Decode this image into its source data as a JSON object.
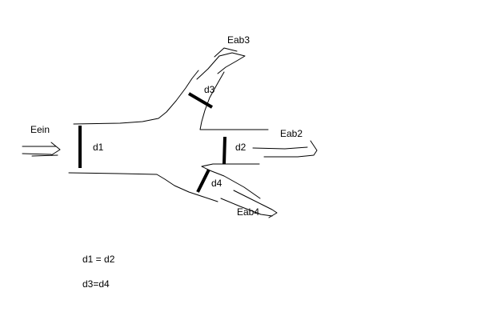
{
  "labels": {
    "inflow": "Eein",
    "outflow_3": "Eab3",
    "outflow_2": "Eab2",
    "outflow_4": "Eab4",
    "d1": "d1",
    "d2": "d2",
    "d3": "d3",
    "d4": "d4"
  },
  "equations": {
    "eq1": "d1 = d2",
    "eq2": "d3=d4"
  },
  "colors": {
    "ink": "#000000",
    "background": "#ffffff"
  }
}
